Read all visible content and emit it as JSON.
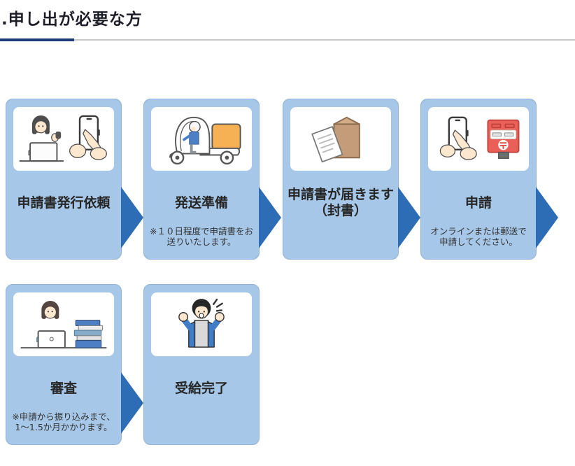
{
  "page": {
    "title": ".申し出が必要な方",
    "title_color": "#1e1e28",
    "rule": {
      "accent_color": "#1e3c79",
      "line_color": "#c9c9c9"
    },
    "background": "#ffffff"
  },
  "flow": {
    "box_fill": "#a6c7e7",
    "box_border": "#8fb2d8",
    "panel_fill": "#ffffff",
    "arrow_color": "#2d6db5",
    "rows": [
      {
        "steps": [
          {
            "id": "request-form-issuance",
            "icon": "operator-and-phone-icon",
            "label_lines": [
              "申請書発行依頼"
            ],
            "note_lines": [],
            "arrow_after": true
          },
          {
            "id": "shipping-preparation",
            "icon": "delivery-scooter-icon",
            "label_lines": [
              "発送準備"
            ],
            "note_lines": [
              "※１０日程度で申請書をお",
              "送りいたします。"
            ],
            "arrow_after": true
          },
          {
            "id": "form-arrival",
            "icon": "envelope-letter-icon",
            "label_lines": [
              "申請書が届きます",
              "（封書）"
            ],
            "note_lines": [],
            "arrow_after": true
          },
          {
            "id": "application",
            "icon": "phone-and-postbox-icon",
            "label_lines": [
              "申請"
            ],
            "note_lines": [
              "オンラインまたは郵送で",
              "申請してください。"
            ],
            "arrow_after": true
          }
        ]
      },
      {
        "steps": [
          {
            "id": "review",
            "icon": "review-desk-icon",
            "label_lines": [
              "審査"
            ],
            "note_lines": [
              "※申請から振り込みまで、",
              "1～1.5か月かかります。"
            ],
            "arrow_after": true
          },
          {
            "id": "receipt-complete",
            "icon": "celebration-icon",
            "label_lines": [
              "受給完了"
            ],
            "note_lines": [],
            "arrow_after": false
          }
        ]
      }
    ]
  }
}
